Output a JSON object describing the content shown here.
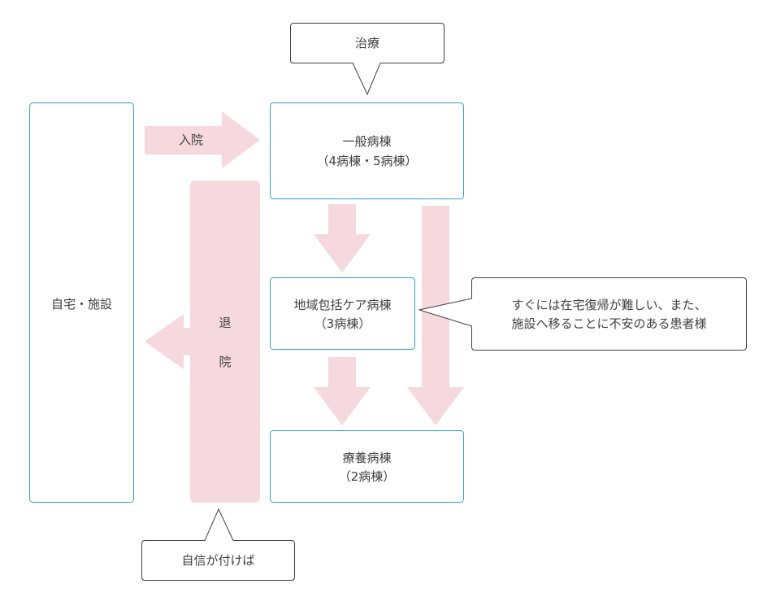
{
  "colors": {
    "box_border": "#2ea3c7",
    "arrow_fill": "#f5d9dc",
    "callout_border": "#404040",
    "text": "#404040"
  },
  "nodes": {
    "home": {
      "label": "自宅・施設"
    },
    "general": {
      "line1": "一般病棟",
      "line2": "（4病棟・5病棟）"
    },
    "community": {
      "line1": "地域包括ケア病棟",
      "line2": "（3病棟）"
    },
    "longterm": {
      "line1": "療養病棟",
      "line2": "（2病棟）"
    }
  },
  "arrows": {
    "admission": {
      "label": "入院"
    },
    "discharge": {
      "char1": "退",
      "char2": "院"
    }
  },
  "callouts": {
    "treatment": {
      "label": "治療"
    },
    "confidence": {
      "label": "自信が付けば"
    },
    "patients": {
      "line1": "すぐには在宅復帰が難しい、また、",
      "line2": "施設へ移ることに不安のある患者様"
    }
  }
}
